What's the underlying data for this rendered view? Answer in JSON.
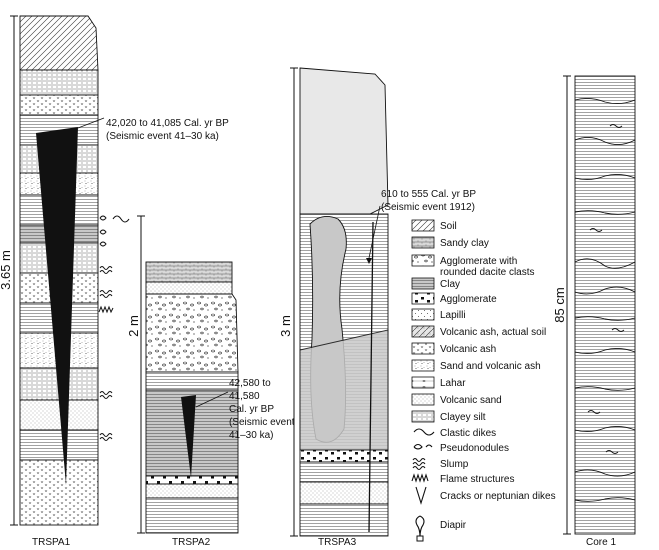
{
  "columns": [
    {
      "name": "TRSPA1",
      "scale": "3.65 m"
    },
    {
      "name": "TRSPA2",
      "scale": "2 m"
    },
    {
      "name": "TRSPA3",
      "scale": "3 m"
    },
    {
      "name": "Core 1",
      "scale": "85 cm"
    }
  ],
  "annotations": {
    "trspa1": [
      "42,020 to 41,085 Cal. yr BP",
      "(Seismic event 41–30 ka)"
    ],
    "trspa2": [
      "42,580 to",
      "41,580",
      "Cal. yr BP",
      "(Seismic event",
      "41–30 ka)"
    ],
    "trspa3": [
      "610 to 555 Cal. yr BP",
      "(Seismic event 1912)"
    ]
  },
  "legend": [
    {
      "label": "Soil",
      "icon": "soil-swatch-icon"
    },
    {
      "label": "Sandy clay",
      "icon": "sandy-clay-swatch-icon"
    },
    {
      "label": "Agglomerate with",
      "label2": "rounded dacite clasts",
      "icon": "agglomerate-rounded-swatch-icon"
    },
    {
      "label": "Clay",
      "icon": "clay-swatch-icon"
    },
    {
      "label": "Agglomerate",
      "icon": "agglomerate-swatch-icon"
    },
    {
      "label": "Lapilli",
      "icon": "lapilli-swatch-icon"
    },
    {
      "label": "Volcanic ash, actual soil",
      "icon": "ash-soil-swatch-icon"
    },
    {
      "label": "Volcanic ash",
      "icon": "volcanic-ash-swatch-icon"
    },
    {
      "label": "Sand and volcanic ash",
      "icon": "sand-ash-swatch-icon"
    },
    {
      "label": "Lahar",
      "icon": "lahar-swatch-icon"
    },
    {
      "label": "Volcanic sand",
      "icon": "volcanic-sand-swatch-icon"
    },
    {
      "label": "Clayey silt",
      "icon": "clayey-silt-swatch-icon"
    },
    {
      "label": "Clastic dikes",
      "icon": "clastic-dikes-icon"
    },
    {
      "label": "Pseudonodules",
      "icon": "pseudonodules-icon"
    },
    {
      "label": "Slump",
      "icon": "slump-icon"
    },
    {
      "label": "Flame structures",
      "icon": "flame-structures-icon"
    },
    {
      "label": "Cracks or neptunian dikes",
      "icon": "cracks-icon"
    },
    {
      "label": "Diapir",
      "icon": "diapir-icon"
    }
  ]
}
